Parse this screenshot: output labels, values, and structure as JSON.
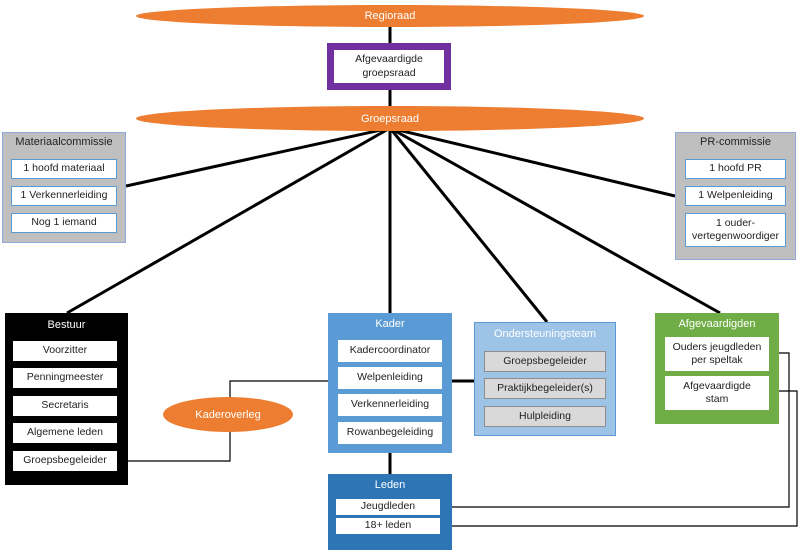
{
  "regioraad": "Regioraad",
  "afgevaardigde_groepsraad": {
    "line1": "Afgevaardigde",
    "line2": "groepsraad"
  },
  "groepsraad": "Groepsraad",
  "materiaalcommissie": {
    "title": "Materiaalcommissie",
    "items": [
      "1 hoofd materiaal",
      "1 Verkennerleiding",
      "Nog 1 iemand"
    ]
  },
  "pr_commissie": {
    "title": "PR-commissie",
    "items": [
      "1 hoofd PR",
      "1 Welpenleiding"
    ],
    "item3": {
      "line1": "1 ouder-",
      "line2": "vertegenwoordiger"
    }
  },
  "bestuur": {
    "title": "Bestuur",
    "items": [
      "Voorzitter",
      "Penningmeester",
      "Secretaris",
      "Algemene leden",
      "Groepsbegeleider"
    ]
  },
  "kader": {
    "title": "Kader",
    "items": [
      "Kadercoordinator",
      "Welpenleiding",
      "Verkennerleiding",
      "Rowanbegeleiding"
    ]
  },
  "ondersteuningsteam": {
    "title": "Ondersteuningsteam",
    "items": [
      "Groepsbegeleider",
      "Praktijkbegeleider(s)",
      "Hulpleiding"
    ]
  },
  "afgevaardigden": {
    "title": "Afgevaardigden",
    "item1": {
      "line1": "Ouders jeugdleden",
      "line2": "per speltak"
    },
    "item2": {
      "line1": "Afgevaardigde",
      "line2": "stam"
    }
  },
  "kaderoverleg": "Kaderoverleg",
  "leden": {
    "title": "Leden",
    "items": [
      "Jeugdleden",
      "18+ leden"
    ]
  },
  "colors": {
    "ellipse": "#ed7d31",
    "purple": "#7030a0",
    "blue_dark": "#2e75b6",
    "blue_mid": "#5b9bd5",
    "blue_light": "#9dc3e6",
    "green": "#70ad47",
    "gray_box": "#bfbfbf",
    "black": "#000000"
  }
}
